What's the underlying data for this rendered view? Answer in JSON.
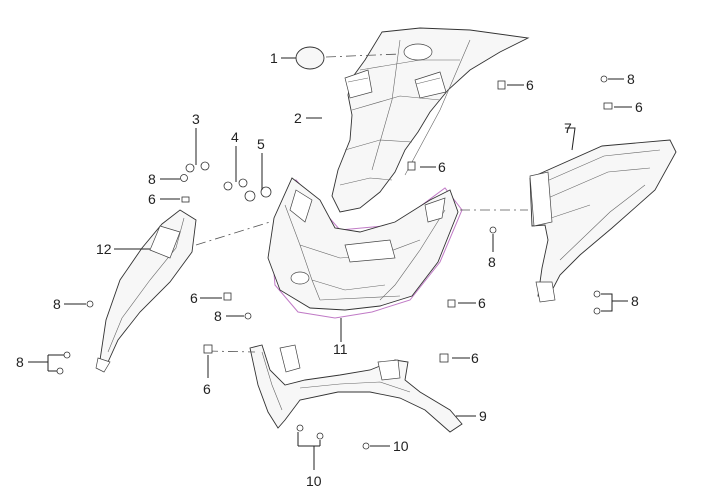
{
  "callouts": {
    "c1": "1",
    "c2": "2",
    "c3": "3",
    "c4": "4",
    "c5": "5",
    "c6a": "6",
    "c6b": "6",
    "c6c": "6",
    "c6d": "6",
    "c6e": "6",
    "c6f": "6",
    "c6g": "6",
    "c7": "7",
    "c8a": "8",
    "c8b": "8",
    "c8c": "8",
    "c8d": "8",
    "c8e": "8",
    "c8f": "8",
    "c8g": "8",
    "c9": "9",
    "c10a": "10",
    "c10b": "10",
    "c11": "11",
    "c12": "12"
  }
}
